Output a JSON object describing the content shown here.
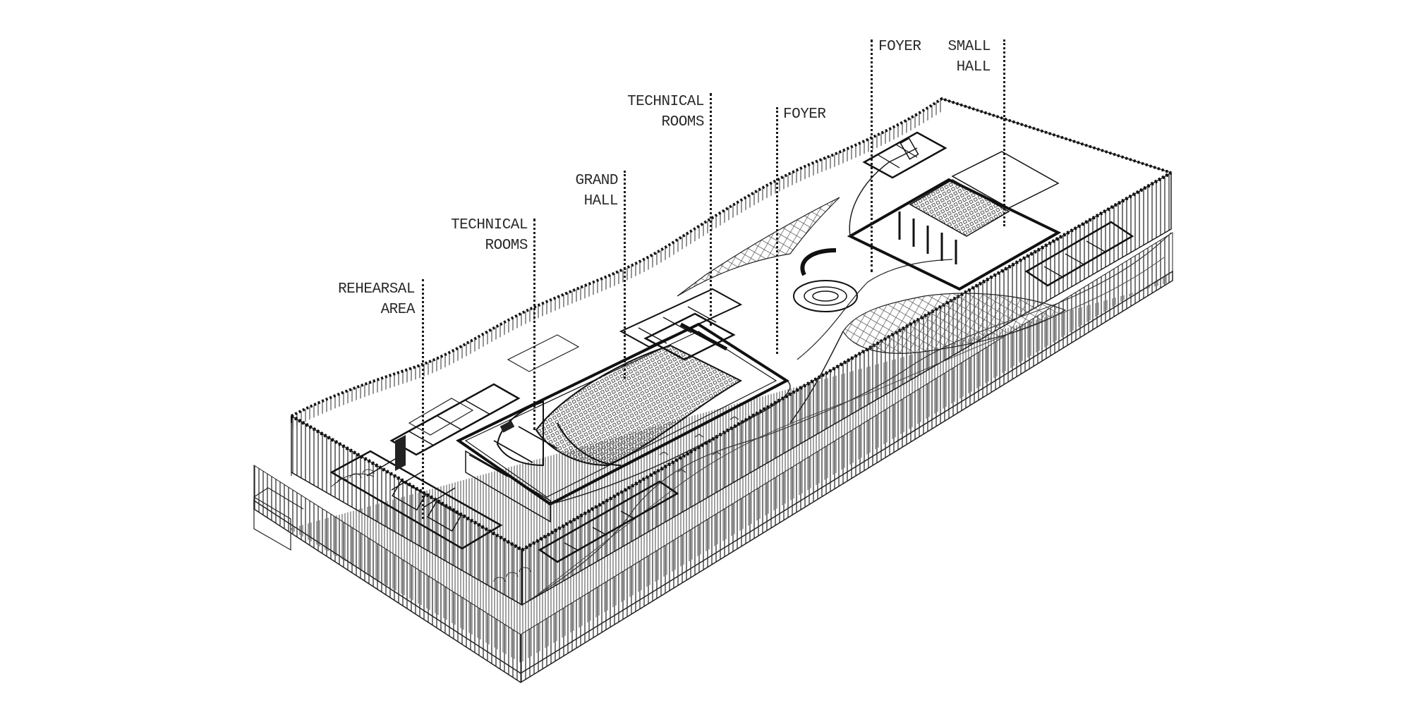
{
  "diagram": {
    "labels": {
      "rehearsal_area": {
        "line1": "REHEARSAL",
        "line2": "AREA"
      },
      "technical_rooms_1": {
        "line1": "TECHNICAL",
        "line2": "ROOMS"
      },
      "grand_hall": {
        "line1": "GRAND",
        "line2": "HALL"
      },
      "technical_rooms_2": {
        "line1": "TECHNICAL",
        "line2": "ROOMS"
      },
      "foyer_1": {
        "line1": "FOYER"
      },
      "foyer_2": {
        "line1": "FOYER"
      },
      "small_hall": {
        "line1": "SMALL",
        "line2": "HALL"
      }
    },
    "colors": {
      "ink": "#1a1a1a",
      "background": "#ffffff"
    }
  }
}
